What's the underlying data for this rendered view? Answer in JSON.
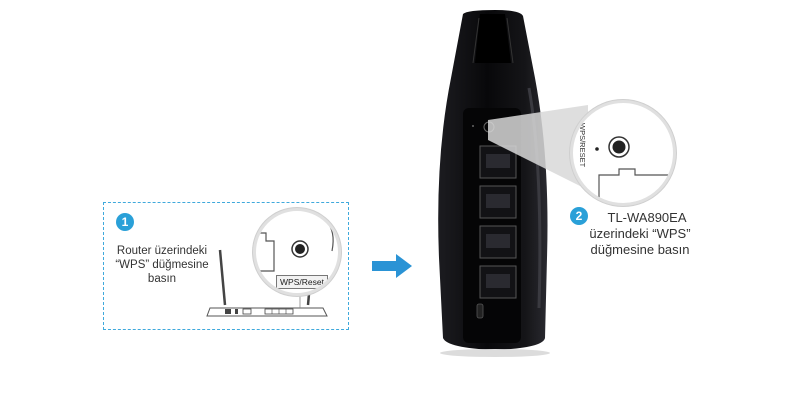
{
  "step1": {
    "number": "1",
    "line1": "Router üzerindeki",
    "line2": "“WPS” düğmesine",
    "line3": "basın",
    "button_label": "WPS/Reset"
  },
  "step2": {
    "number": "2",
    "line1": "TL-WA890EA",
    "line2": "üzerindeki “WPS”",
    "line3": "düğmesine basın",
    "button_label": "WPS/RESET"
  },
  "colors": {
    "accent": "#2aa0d8",
    "arrow": "#2a93d5",
    "device": "#0b0b0d"
  },
  "icons": {
    "arrow": "arrow-right-icon",
    "router": "router-illustration",
    "extender": "extender-illustration"
  }
}
